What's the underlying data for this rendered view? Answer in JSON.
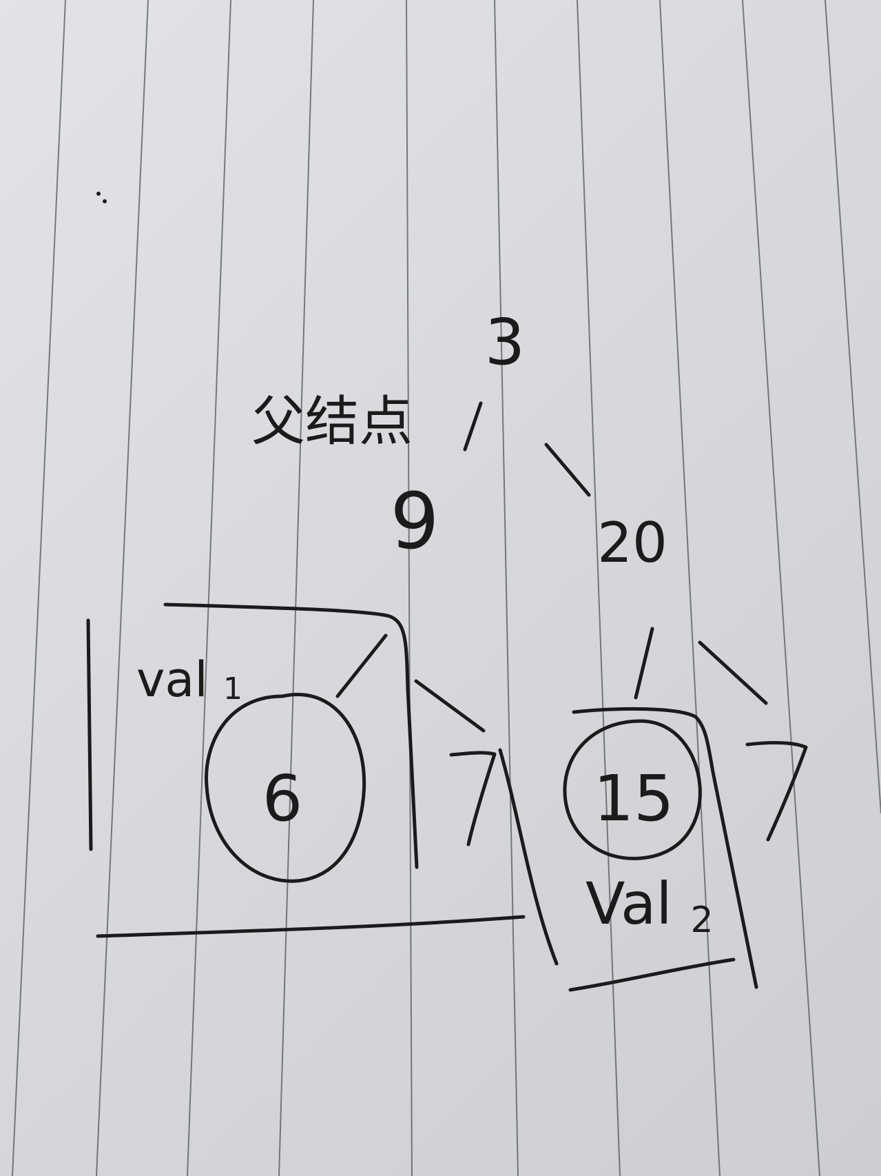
{
  "diagram": {
    "nodes": {
      "root": "3",
      "left": "9",
      "right": "20",
      "right_left": "15",
      "right_right": "7",
      "left_left": "6",
      "left_right": "7"
    },
    "parent_label": "父结点",
    "val1_label": "val",
    "val1_sub": "1",
    "val2_label": "Val",
    "val2_sub": "2"
  },
  "colors": {
    "paper": "#dcdde0",
    "ink": "#1b1b1b",
    "rule_line": "#3f4247"
  }
}
